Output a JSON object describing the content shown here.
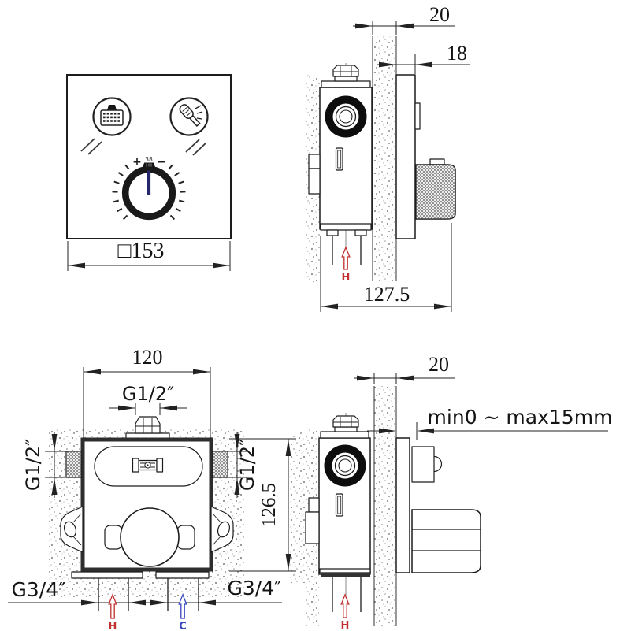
{
  "front_trim_view": {
    "size_label": "□153",
    "dial": {
      "plus_label": "+",
      "temp_label": "38",
      "minus_label": "−"
    },
    "left_button_icon": "rain-shower-icon",
    "right_button_icon": "hand-shower-icon"
  },
  "installed_side_view": {
    "wall_thickness": "20",
    "plate_depth": "18",
    "total_depth": "127.5",
    "hot_label": "H"
  },
  "rough_in_front_view": {
    "width": "120",
    "top_port": "G1/2″",
    "left_port": "G1/2″",
    "right_port": "G1/2″",
    "height": "126.5",
    "bottom_left_port": "G3/4″",
    "bottom_right_port": "G3/4″",
    "hot_label": "H",
    "cold_label": "C"
  },
  "adjustable_side_view": {
    "wall_thickness": "20",
    "depth_range": "min0 ~ max15mm",
    "hot_label": "H"
  },
  "colors": {
    "line": "#1c1c1c",
    "hot": "#c03030",
    "cold": "#3545bb",
    "indicator": "#26266b",
    "wall_stipple": "#8f8f8f"
  }
}
